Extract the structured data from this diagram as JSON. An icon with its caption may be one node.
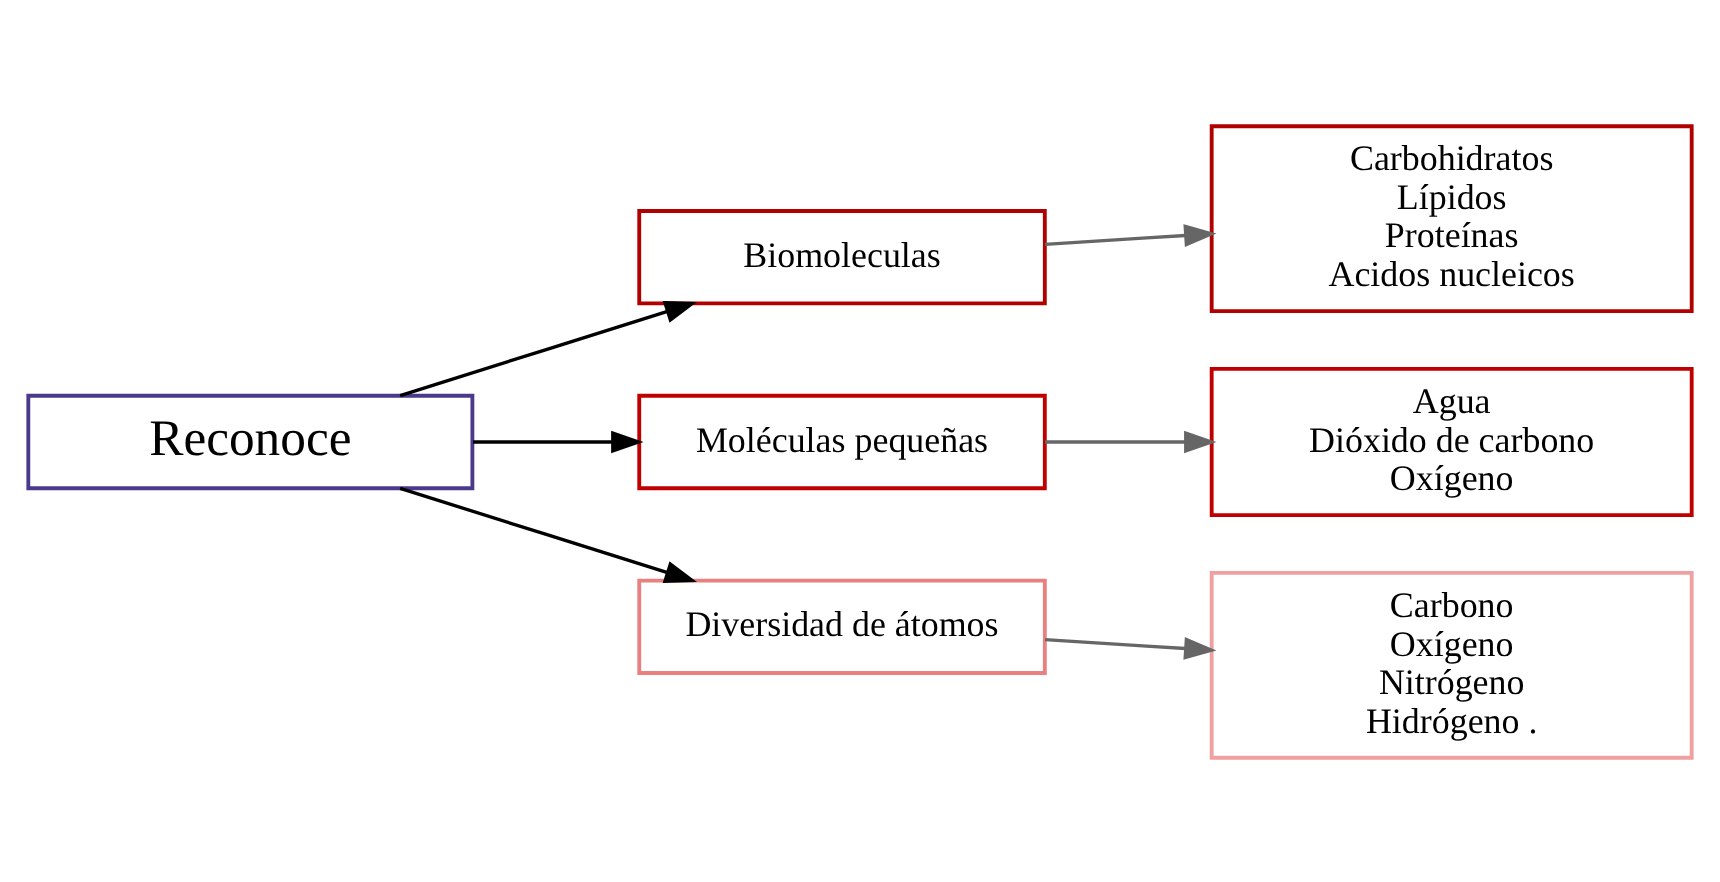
{
  "diagram": {
    "nodes": [
      {
        "text": [
          "Reconoce"
        ]
      },
      {
        "text": [
          "Biomoleculas"
        ]
      },
      {
        "text": [
          "Moléculas pequeñas"
        ]
      },
      {
        "text": [
          "Diversidad de átomos"
        ]
      },
      {
        "text": [
          "Carbohidratos",
          "Lípidos",
          "Proteínas",
          "Acidos nucleicos"
        ]
      },
      {
        "text": [
          "Agua",
          "Dióxido de carbono",
          "Oxígeno"
        ]
      },
      {
        "text": [
          "Carbono",
          "Oxígeno",
          "Nitrógeno",
          "Hidrógeno ."
        ]
      }
    ],
    "edges": [
      {
        "from": 0,
        "to": 1,
        "arrow": "to"
      },
      {
        "from": 0,
        "to": 2,
        "arrow": "to"
      },
      {
        "from": 0,
        "to": 3,
        "arrow": "to"
      },
      {
        "from": 1,
        "to": 4,
        "arrow": "to",
        "color": "#666666"
      },
      {
        "from": 2,
        "to": 5,
        "arrow": "to",
        "color": "#666666"
      },
      {
        "from": 3,
        "to": 6,
        "arrow": "to",
        "color": "#666666"
      }
    ]
  }
}
